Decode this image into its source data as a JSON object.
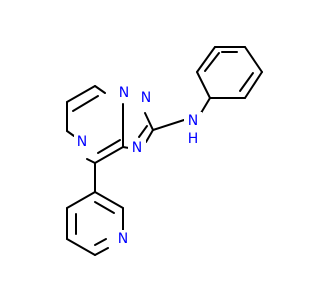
{
  "atoms": {
    "pyrazine_n": "N",
    "triazole_n_top": "N",
    "triazole_n_left": "N",
    "triazole_n_lower": "N",
    "pyridine_n": "N",
    "amine_n": "N",
    "amine_h": "H"
  },
  "colors": {
    "bond": "#000000",
    "heteroatom": "#0000ff",
    "background": "#ffffff"
  }
}
